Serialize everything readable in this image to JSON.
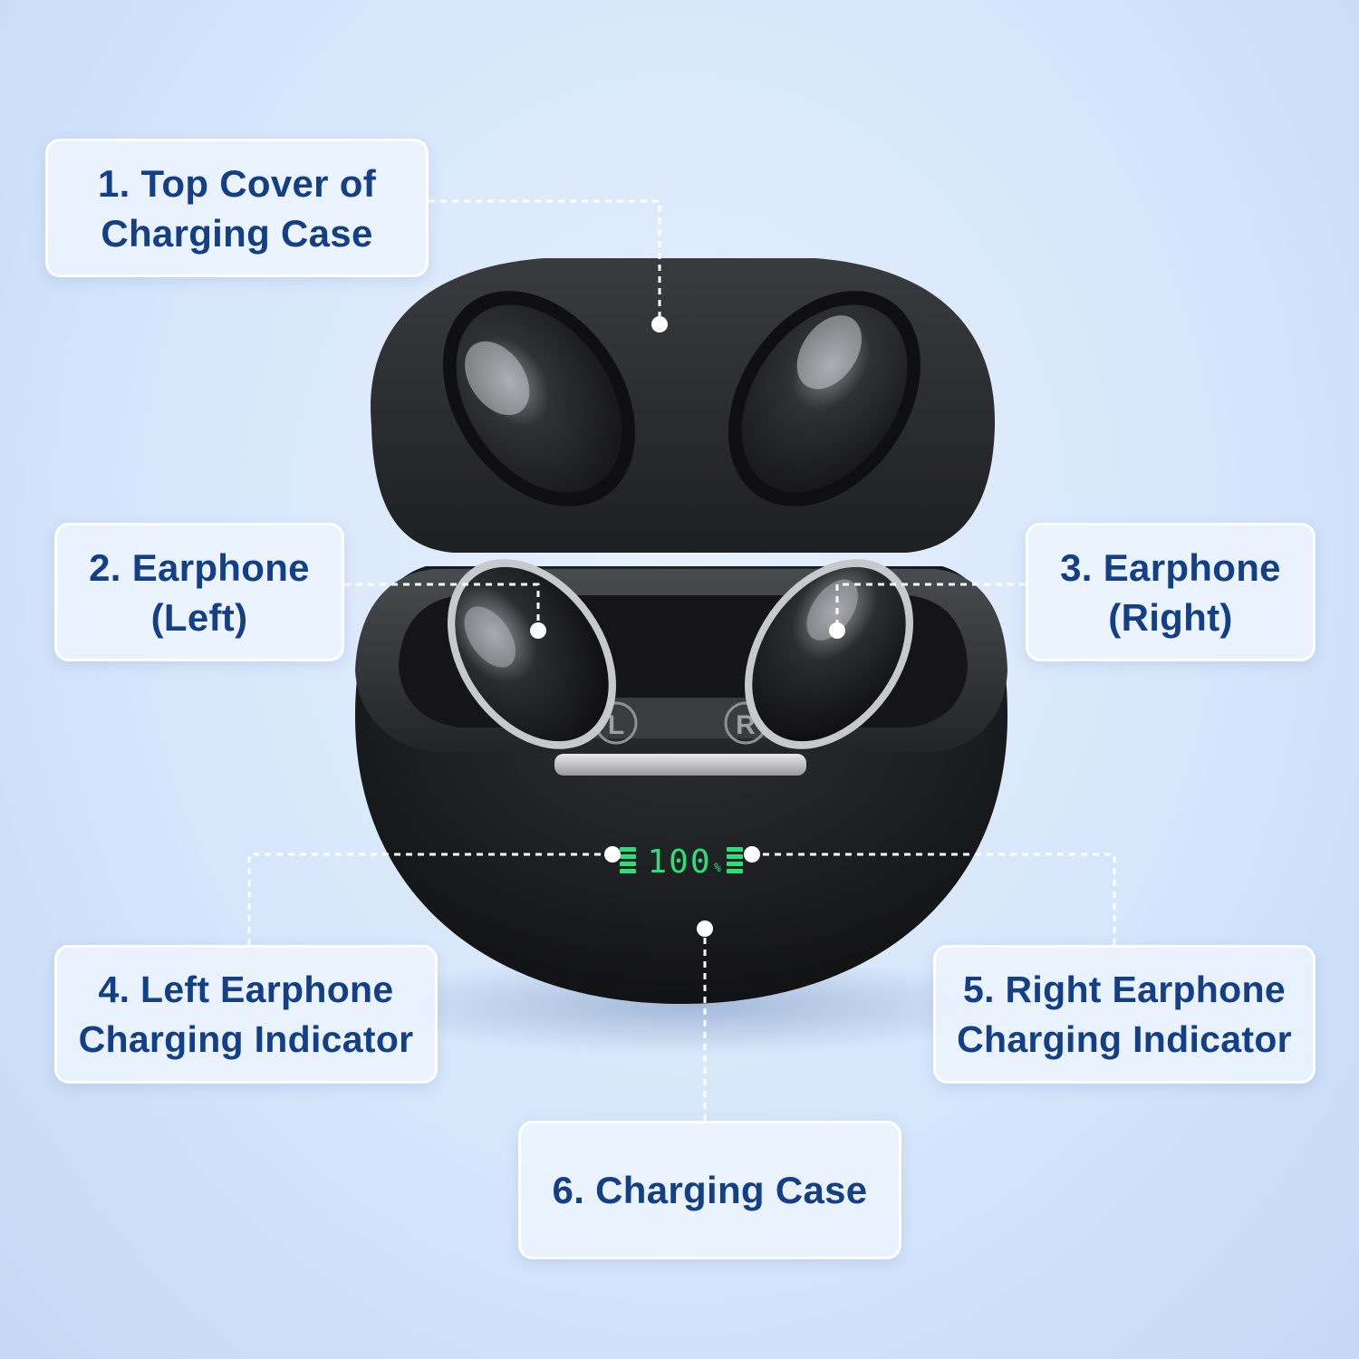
{
  "labels": {
    "top_cover": "1. Top Cover of\nCharging Case",
    "earphone_left": "2. Earphone\n(Left)",
    "earphone_right": "3. Earphone\n(Right)",
    "left_indicator": "4. Left Earphone\nCharging Indicator",
    "right_indicator": "5. Right Earphone\nCharging Indicator",
    "charging_case": "6. Charging Case"
  },
  "case": {
    "left_marker": "L",
    "right_marker": "R",
    "battery_display": "100",
    "battery_unit": "%"
  },
  "colors": {
    "label_text": "#133f86",
    "display_green": "#29e07a",
    "case_body": "#1c1c1e"
  }
}
